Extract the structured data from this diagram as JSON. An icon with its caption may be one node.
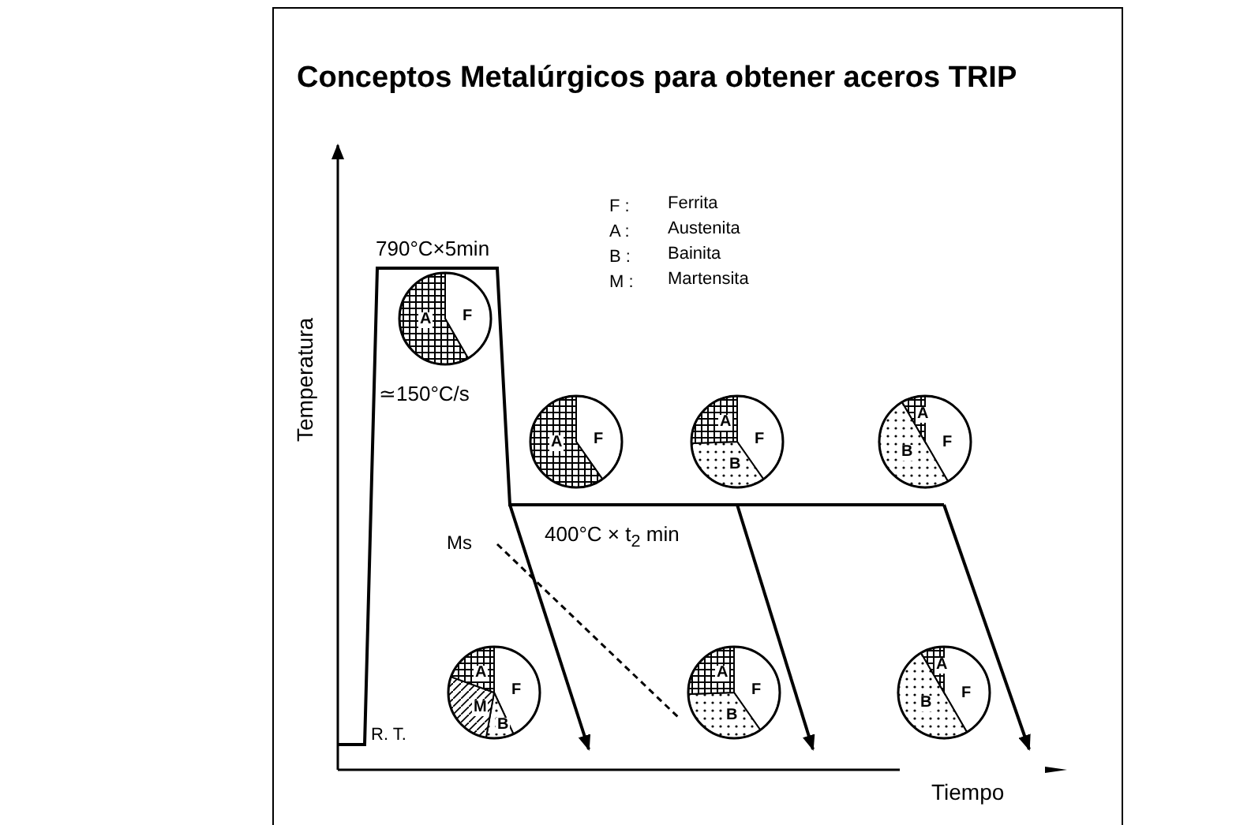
{
  "diagram": {
    "title": "Conceptos Metalúrgicos para obtener aceros TRIP",
    "nodes": [
      {
        "text": [
          "A",
          "F"
        ]
      },
      {
        "text": [
          "A",
          "F"
        ]
      },
      {
        "text": [
          "A",
          "F",
          "B"
        ]
      },
      {
        "text": [
          "A",
          "B",
          "F"
        ]
      },
      {
        "text": [
          "A",
          "F",
          "M",
          "B"
        ]
      },
      {
        "text": [
          "A",
          "F",
          "B"
        ]
      },
      {
        "text": [
          "A",
          "B",
          "F"
        ]
      }
    ],
    "edges": [],
    "labels": [
      "Temperatura",
      "F :",
      "Ferrita",
      "A :",
      "Austenita",
      "B :",
      "Bainita",
      "M :",
      "Martensita",
      "790°C×5min",
      "≃150°C/s",
      "Ms",
      "400°C × t$_{2}$ min",
      "R. T.",
      "Tiempo"
    ]
  }
}
